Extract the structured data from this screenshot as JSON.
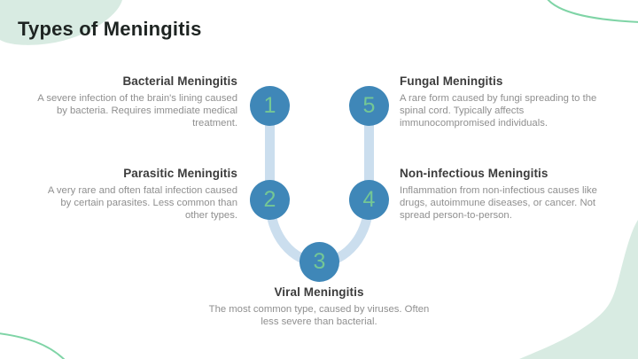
{
  "slide": {
    "title": "Types of Meningitis",
    "steps": [
      {
        "number": "1",
        "title": "Bacterial Meningitis",
        "description": "A severe infection of the brain's lining caused by bacteria. Requires immediate medical treatment."
      },
      {
        "number": "2",
        "title": "Parasitic Meningitis",
        "description": "A very rare and often fatal infection caused by certain parasites. Less common than other types."
      },
      {
        "number": "3",
        "title": "Viral Meningitis",
        "description": "The most common type, caused by viruses. Often less severe than bacterial."
      },
      {
        "number": "4",
        "title": "Non-infectious Meningitis",
        "description": "Inflammation from non-infectious causes like drugs, autoimmune diseases, or cancer. Not spread person-to-person."
      },
      {
        "number": "5",
        "title": "Fungal Meningitis",
        "description": "A rare form caused by fungi spreading to the spinal cord. Typically affects immunocompromised individuals."
      }
    ],
    "colors": {
      "circle_blue": "#3F87B8",
      "number_green": "#74C795",
      "track_blue": "#CBDEEE",
      "mint_blob": "#D8EBE2",
      "line_green": "#7FD4A6",
      "title_text": "#1E2422",
      "heading_text": "#3C3C3C",
      "body_text": "#8F8F8F",
      "background": "#FFFFFF"
    }
  }
}
